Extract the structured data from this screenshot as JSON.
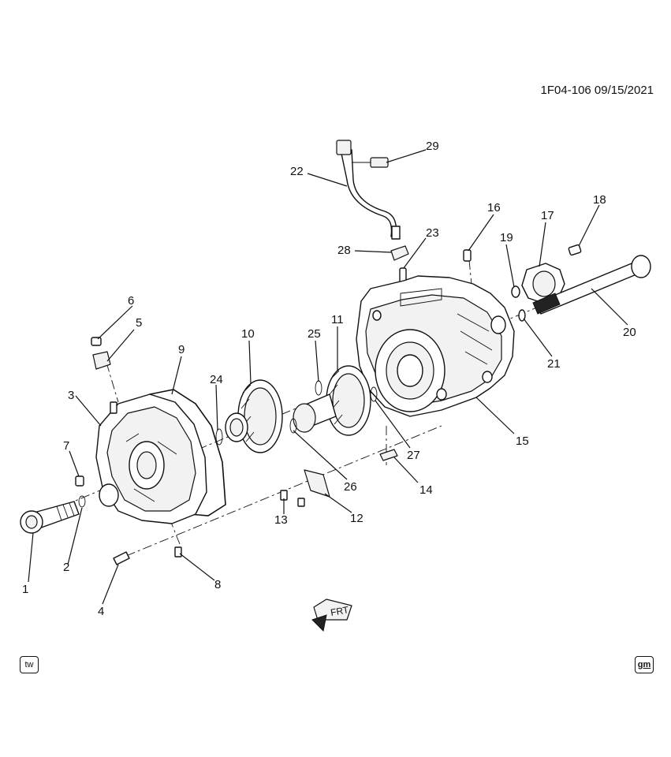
{
  "header": {
    "code": "1F04-106 09/15/2021"
  },
  "badges": {
    "left": "tw",
    "right": "gm"
  },
  "front_arrow": {
    "text": "FRT"
  },
  "callouts": [
    {
      "id": "c1",
      "text": "1"
    },
    {
      "id": "c2",
      "text": "2"
    },
    {
      "id": "c3",
      "text": "3"
    },
    {
      "id": "c4",
      "text": "4"
    },
    {
      "id": "c5",
      "text": "5"
    },
    {
      "id": "c6",
      "text": "6"
    },
    {
      "id": "c7",
      "text": "7"
    },
    {
      "id": "c8",
      "text": "8"
    },
    {
      "id": "c9",
      "text": "9"
    },
    {
      "id": "c10",
      "text": "10"
    },
    {
      "id": "c11",
      "text": "11"
    },
    {
      "id": "c12",
      "text": "12"
    },
    {
      "id": "c13",
      "text": "13"
    },
    {
      "id": "c14",
      "text": "14"
    },
    {
      "id": "c15",
      "text": "15"
    },
    {
      "id": "c16",
      "text": "16"
    },
    {
      "id": "c17",
      "text": "17"
    },
    {
      "id": "c18",
      "text": "18"
    },
    {
      "id": "c19",
      "text": "19"
    },
    {
      "id": "c20",
      "text": "20"
    },
    {
      "id": "c21",
      "text": "21"
    },
    {
      "id": "c22",
      "text": "22"
    },
    {
      "id": "c23",
      "text": "23"
    },
    {
      "id": "c24",
      "text": "24"
    },
    {
      "id": "c25",
      "text": "25"
    },
    {
      "id": "c26",
      "text": "26"
    },
    {
      "id": "c27",
      "text": "27"
    },
    {
      "id": "c28",
      "text": "28"
    },
    {
      "id": "c29",
      "text": "29"
    }
  ]
}
